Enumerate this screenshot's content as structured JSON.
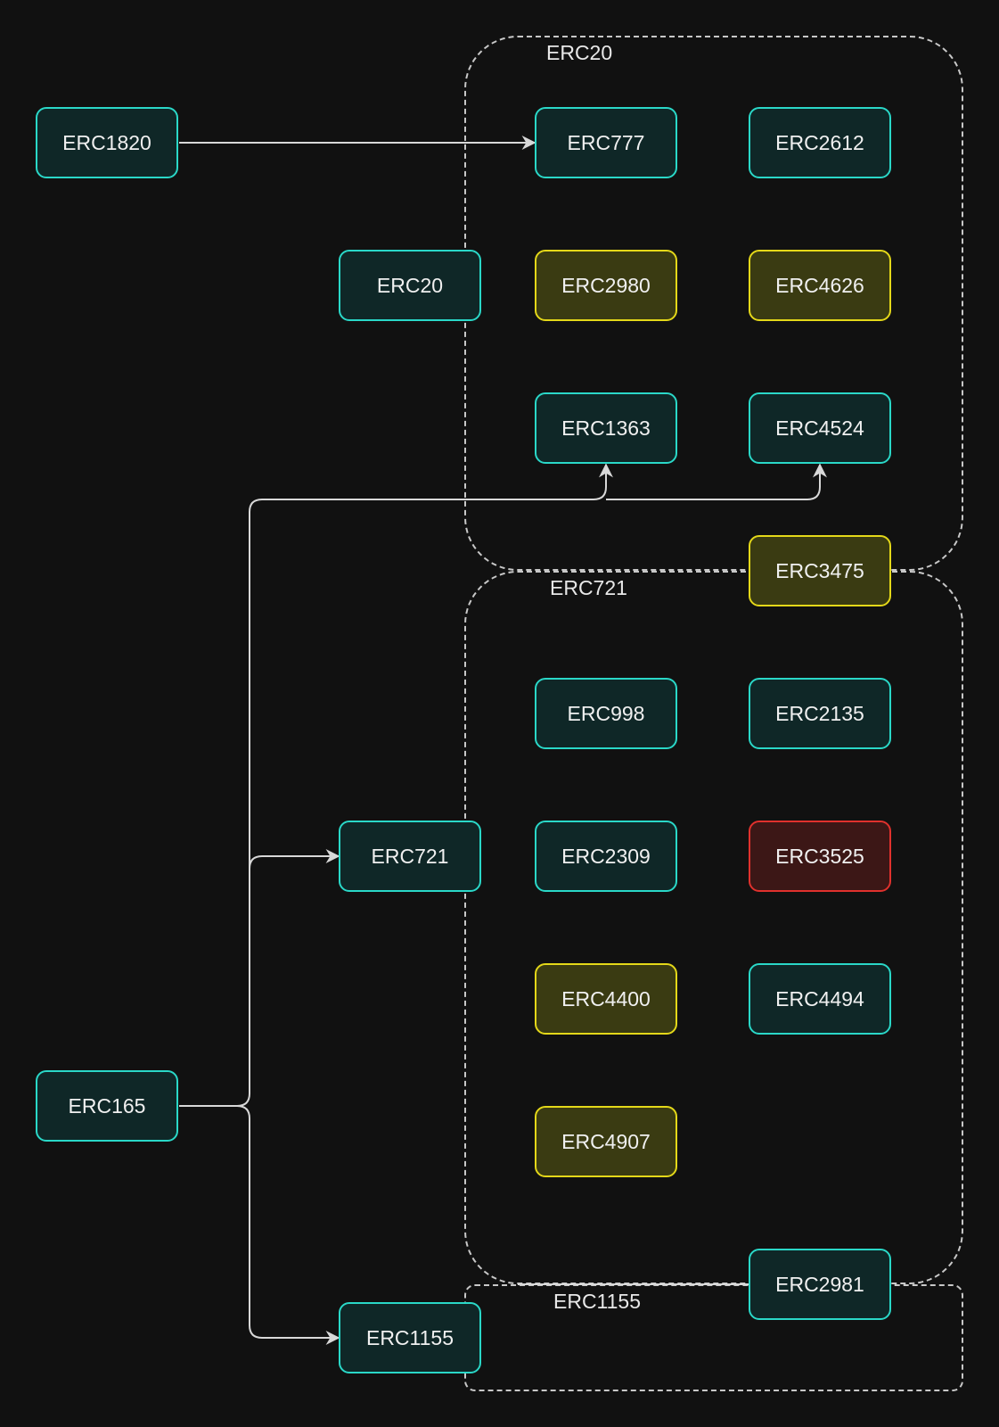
{
  "colors": {
    "background": "#111111",
    "edge": "#d8d8d8",
    "group_border": "#c8c8c8",
    "teal_border": "#2ad8c8",
    "teal_fill": "#0f2727",
    "yellow_border": "#e4d819",
    "yellow_fill": "#3a3b12",
    "red_border": "#e0312d",
    "red_fill": "#3c1716"
  },
  "groups": {
    "erc20": "ERC20",
    "erc721": "ERC721",
    "erc1155": "ERC1155"
  },
  "nodes": {
    "erc1820": {
      "label": "ERC1820",
      "status": "teal"
    },
    "erc777": {
      "label": "ERC777",
      "status": "teal"
    },
    "erc2612": {
      "label": "ERC2612",
      "status": "teal"
    },
    "erc20": {
      "label": "ERC20",
      "status": "teal"
    },
    "erc2980": {
      "label": "ERC2980",
      "status": "yellow"
    },
    "erc4626": {
      "label": "ERC4626",
      "status": "yellow"
    },
    "erc1363": {
      "label": "ERC1363",
      "status": "teal"
    },
    "erc4524": {
      "label": "ERC4524",
      "status": "teal"
    },
    "erc3475": {
      "label": "ERC3475",
      "status": "yellow"
    },
    "erc998": {
      "label": "ERC998",
      "status": "teal"
    },
    "erc2135": {
      "label": "ERC2135",
      "status": "teal"
    },
    "erc721": {
      "label": "ERC721",
      "status": "teal"
    },
    "erc2309": {
      "label": "ERC2309",
      "status": "teal"
    },
    "erc3525": {
      "label": "ERC3525",
      "status": "red"
    },
    "erc4400": {
      "label": "ERC4400",
      "status": "yellow"
    },
    "erc4494": {
      "label": "ERC4494",
      "status": "teal"
    },
    "erc165": {
      "label": "ERC165",
      "status": "teal"
    },
    "erc4907": {
      "label": "ERC4907",
      "status": "yellow"
    },
    "erc2981": {
      "label": "ERC2981",
      "status": "teal"
    },
    "erc1155": {
      "label": "ERC1155",
      "status": "teal"
    }
  },
  "edges": [
    {
      "from": "ERC1820",
      "to": "ERC777"
    },
    {
      "from": "ERC165",
      "to": "ERC1363"
    },
    {
      "from": "ERC165",
      "to": "ERC4524"
    },
    {
      "from": "ERC165",
      "to": "ERC721"
    },
    {
      "from": "ERC165",
      "to": "ERC1155"
    }
  ]
}
